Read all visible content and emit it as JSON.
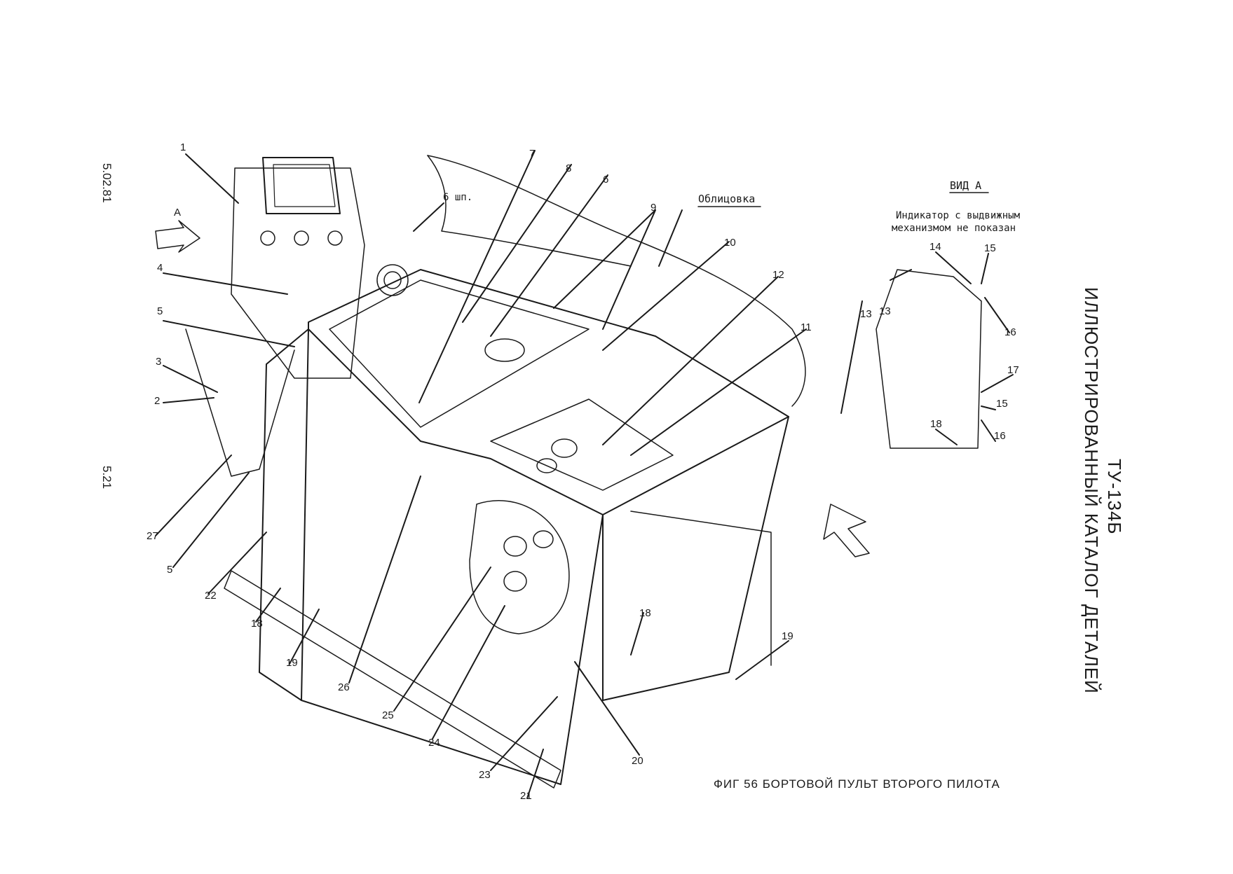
{
  "page": {
    "revision_date": "5.02.81",
    "page_number": "5.21",
    "aircraft": "ТУ-134Б",
    "catalog_title": "ИЛЛЮСТРИРОВАННЫЙ КАТАЛОГ ДЕТАЛЕЙ",
    "figure_caption": "ФИГ 56 БОРТОВОЙ ПУЛЬТ ВТОРОГО ПИЛОТА"
  },
  "view_a": {
    "title": "ВИД А",
    "note_line1": "Индикатор с выдвижным",
    "note_line2": "механизмом не показан",
    "callouts": [
      "14",
      "15",
      "13",
      "16",
      "17",
      "15",
      "18",
      "16"
    ]
  },
  "main_view": {
    "arrow_label": "А",
    "labels": {
      "cladding": "Облицовка",
      "screws": "6 шп."
    },
    "callouts": [
      "1",
      "4",
      "5",
      "3",
      "2",
      "27",
      "5",
      "22",
      "18",
      "19",
      "26",
      "25",
      "24",
      "23",
      "21",
      "20",
      "18",
      "19",
      "7",
      "8",
      "6",
      "9",
      "10",
      "12",
      "11",
      "13"
    ]
  },
  "colors": {
    "ink": "#1a1a1a",
    "paper": "#ffffff"
  }
}
